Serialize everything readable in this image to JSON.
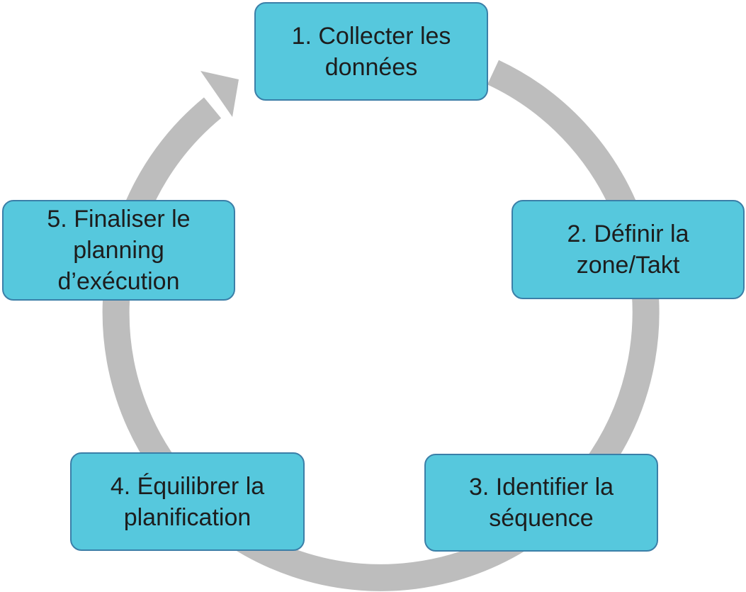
{
  "diagram": {
    "type": "cycle",
    "ring_color": "#bdbdbd",
    "box_fill": "#56c8dd",
    "box_border": "#3b7fa8",
    "steps": [
      {
        "label": "1. Collecter les données"
      },
      {
        "label": "2. Définir la zone/Takt"
      },
      {
        "label": "3. Identifier la séquence"
      },
      {
        "label": "4. Équilibrer la planification"
      },
      {
        "label": "5. Finaliser le planning d’exécution"
      }
    ]
  }
}
